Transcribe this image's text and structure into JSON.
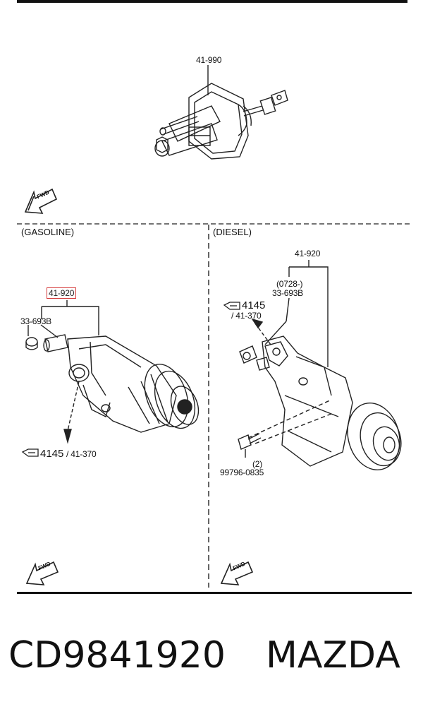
{
  "diagram": {
    "top_assembly": {
      "part_label": "41-990"
    },
    "sections": {
      "gasoline": {
        "title": "(GASOLINE)",
        "part_label": "41-920",
        "bleeder_label": "33-693B",
        "ref_code": "4145",
        "ref_sub": "/ 41-370"
      },
      "diesel": {
        "title": "(DIESEL)",
        "part_label": "41-920",
        "serial_note": "(0728-)",
        "bleeder_label": "33-693B",
        "ref_code": "4145",
        "ref_sub": "/ 41-370",
        "bolt_qty": "(2)",
        "bolt_label": "99796-0835"
      }
    },
    "fwd_label": "FWD"
  },
  "footer": {
    "part_number": "CD9841920",
    "brand": "MAZDA"
  }
}
